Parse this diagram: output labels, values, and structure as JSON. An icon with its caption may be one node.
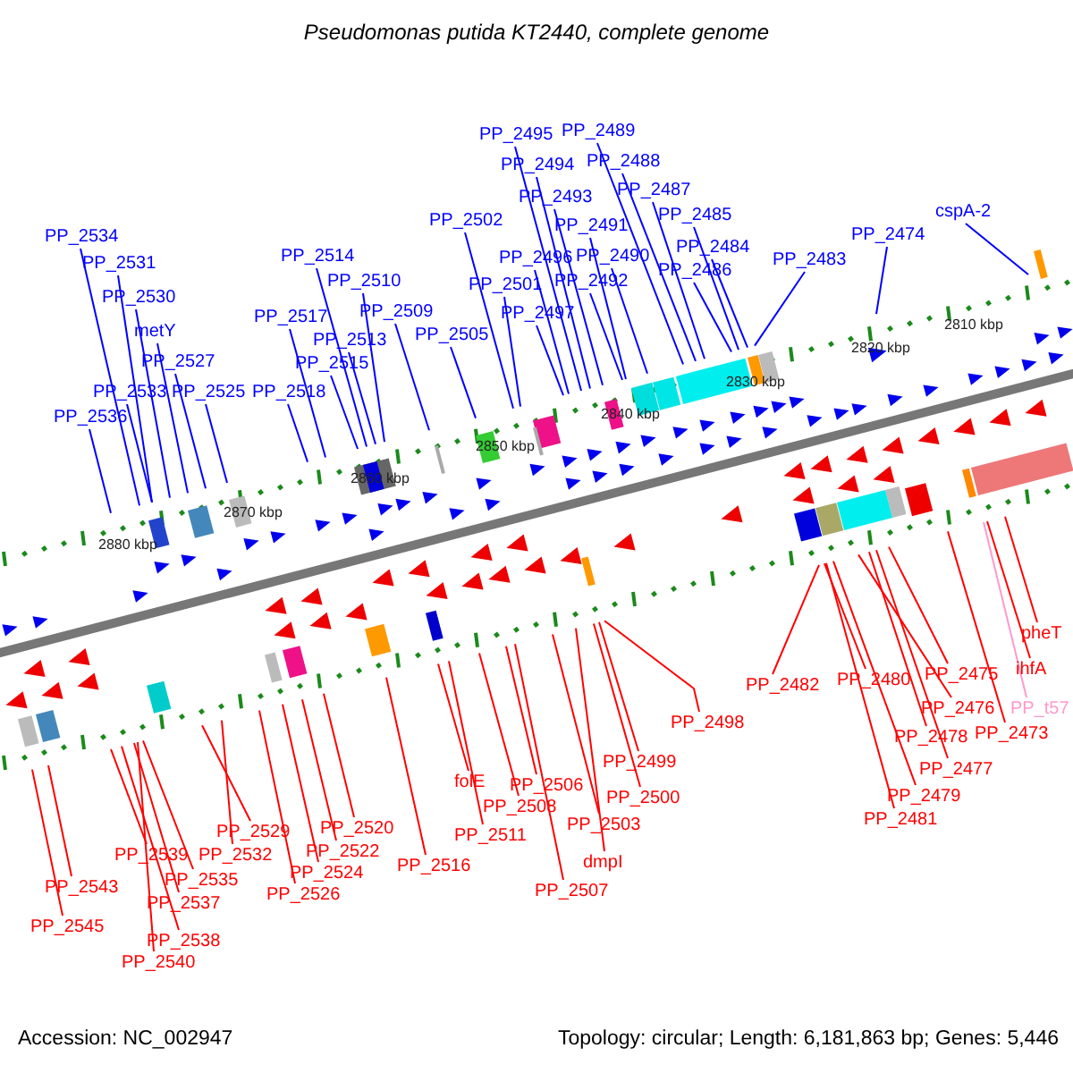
{
  "diagram": {
    "title": "Pseudomonas putida KT2440, complete genome",
    "nodes": [
      {
        "text": [
          "PP_2534"
        ]
      },
      {
        "text": [
          "PP_2531"
        ]
      },
      {
        "text": [
          "PP_2530"
        ]
      },
      {
        "text": [
          "metY"
        ]
      },
      {
        "text": [
          "PP_2527"
        ]
      },
      {
        "text": [
          "PP_2533"
        ]
      },
      {
        "text": [
          "PP_2525"
        ]
      },
      {
        "text": [
          "PP_2536"
        ]
      },
      {
        "text": [
          "PP_2514"
        ]
      },
      {
        "text": [
          "PP_2510"
        ]
      },
      {
        "text": [
          "PP_2517"
        ]
      },
      {
        "text": [
          "PP_2509"
        ]
      },
      {
        "text": [
          "PP_2513"
        ]
      },
      {
        "text": [
          "PP_2515"
        ]
      },
      {
        "text": [
          "PP_2518"
        ]
      },
      {
        "text": [
          "PP_2505"
        ]
      },
      {
        "text": [
          "PP_2502"
        ]
      },
      {
        "text": [
          "PP_2501"
        ]
      },
      {
        "text": [
          "PP_2497"
        ]
      },
      {
        "text": [
          "PP_2496"
        ]
      },
      {
        "text": [
          "PP_2492"
        ]
      },
      {
        "text": [
          "PP_2495"
        ]
      },
      {
        "text": [
          "PP_2494"
        ]
      },
      {
        "text": [
          "PP_2493"
        ]
      },
      {
        "text": [
          "PP_2491"
        ]
      },
      {
        "text": [
          "PP_2490"
        ]
      },
      {
        "text": [
          "PP_2489"
        ]
      },
      {
        "text": [
          "PP_2488"
        ]
      },
      {
        "text": [
          "PP_2487"
        ]
      },
      {
        "text": [
          "PP_2485"
        ]
      },
      {
        "text": [
          "PP_2484"
        ]
      },
      {
        "text": [
          "PP_2486"
        ]
      },
      {
        "text": [
          "PP_2483"
        ]
      },
      {
        "text": [
          "PP_2474"
        ]
      },
      {
        "text": [
          "cspA-2"
        ]
      },
      {
        "text": [
          "PP_2543"
        ]
      },
      {
        "text": [
          "PP_2545"
        ]
      },
      {
        "text": [
          "PP_2539"
        ]
      },
      {
        "text": [
          "PP_2535"
        ]
      },
      {
        "text": [
          "PP_2537"
        ]
      },
      {
        "text": [
          "PP_2538"
        ]
      },
      {
        "text": [
          "PP_2540"
        ]
      },
      {
        "text": [
          "PP_2529"
        ]
      },
      {
        "text": [
          "PP_2532"
        ]
      },
      {
        "text": [
          "PP_2520"
        ]
      },
      {
        "text": [
          "PP_2522"
        ]
      },
      {
        "text": [
          "PP_2524"
        ]
      },
      {
        "text": [
          "PP_2526"
        ]
      },
      {
        "text": [
          "PP_2516"
        ]
      },
      {
        "text": [
          "folE"
        ]
      },
      {
        "text": [
          "PP_2511"
        ]
      },
      {
        "text": [
          "PP_2506"
        ]
      },
      {
        "text": [
          "PP_2508"
        ]
      },
      {
        "text": [
          "PP_2507"
        ]
      },
      {
        "text": [
          "PP_2503"
        ]
      },
      {
        "text": [
          "PP_2499"
        ]
      },
      {
        "text": [
          "PP_2500"
        ]
      },
      {
        "text": [
          "dmpI"
        ]
      },
      {
        "text": [
          "PP_2498"
        ]
      },
      {
        "text": [
          "PP_2482"
        ]
      },
      {
        "text": [
          "PP_2480"
        ]
      },
      {
        "text": [
          "PP_2479"
        ]
      },
      {
        "text": [
          "PP_2481"
        ]
      },
      {
        "text": [
          "PP_2475"
        ]
      },
      {
        "text": [
          "PP_2476"
        ]
      },
      {
        "text": [
          "PP_2478"
        ]
      },
      {
        "text": [
          "PP_2477"
        ]
      },
      {
        "text": [
          "PP_2473"
        ]
      },
      {
        "text": [
          "pheT"
        ]
      },
      {
        "text": [
          "ihfA"
        ]
      },
      {
        "text": [
          "PP_t57"
        ]
      }
    ],
    "edges": [
      {
        "from": 0,
        "to": null,
        "arrow": "none",
        "color": "#0000ff"
      },
      {
        "from": 1,
        "to": null,
        "arrow": "none",
        "color": "#0000ff"
      },
      {
        "from": 2,
        "to": null,
        "arrow": "none",
        "color": "#0000ff"
      },
      {
        "from": 3,
        "to": null,
        "arrow": "none",
        "color": "#0000ff"
      },
      {
        "from": 4,
        "to": null,
        "arrow": "none",
        "color": "#0000ff"
      },
      {
        "from": 5,
        "to": null,
        "arrow": "none",
        "color": "#0000ff"
      },
      {
        "from": 6,
        "to": null,
        "arrow": "none",
        "color": "#0000ff"
      },
      {
        "from": 7,
        "to": null,
        "arrow": "none",
        "color": "#0000ff"
      },
      {
        "from": 8,
        "to": null,
        "arrow": "none",
        "color": "#0000ff"
      },
      {
        "from": 9,
        "to": null,
        "arrow": "none",
        "color": "#0000ff"
      },
      {
        "from": 10,
        "to": null,
        "arrow": "none",
        "color": "#0000ff"
      },
      {
        "from": 11,
        "to": null,
        "arrow": "none",
        "color": "#0000ff"
      },
      {
        "from": 12,
        "to": null,
        "arrow": "none",
        "color": "#0000ff"
      },
      {
        "from": 13,
        "to": null,
        "arrow": "none",
        "color": "#0000ff"
      },
      {
        "from": 14,
        "to": null,
        "arrow": "none",
        "color": "#0000ff"
      },
      {
        "from": 15,
        "to": null,
        "arrow": "none",
        "color": "#0000ff"
      },
      {
        "from": 16,
        "to": null,
        "arrow": "none",
        "color": "#0000ff"
      },
      {
        "from": 17,
        "to": null,
        "arrow": "none",
        "color": "#0000ff"
      },
      {
        "from": 18,
        "to": null,
        "arrow": "none",
        "color": "#0000ff"
      },
      {
        "from": 19,
        "to": null,
        "arrow": "none",
        "color": "#0000ff"
      },
      {
        "from": 20,
        "to": null,
        "arrow": "none",
        "color": "#0000ff"
      },
      {
        "from": 21,
        "to": null,
        "arrow": "none",
        "color": "#0000ff"
      },
      {
        "from": 22,
        "to": null,
        "arrow": "none",
        "color": "#0000ff"
      },
      {
        "from": 23,
        "to": null,
        "arrow": "none",
        "color": "#0000ff"
      },
      {
        "from": 24,
        "to": null,
        "arrow": "none",
        "color": "#0000ff"
      },
      {
        "from": 25,
        "to": null,
        "arrow": "none",
        "color": "#0000ff"
      },
      {
        "from": 26,
        "to": null,
        "arrow": "none",
        "color": "#0000ff"
      },
      {
        "from": 27,
        "to": null,
        "arrow": "none",
        "color": "#0000ff"
      },
      {
        "from": 28,
        "to": null,
        "arrow": "none",
        "color": "#0000ff"
      },
      {
        "from": 29,
        "to": null,
        "arrow": "none",
        "color": "#0000ff"
      },
      {
        "from": 30,
        "to": null,
        "arrow": "none",
        "color": "#0000ff"
      },
      {
        "from": 31,
        "to": null,
        "arrow": "none",
        "color": "#0000ff"
      },
      {
        "from": 32,
        "to": null,
        "arrow": "none",
        "color": "#0000ff"
      },
      {
        "from": 33,
        "to": null,
        "arrow": "none",
        "color": "#0000ff"
      },
      {
        "from": 34,
        "to": null,
        "arrow": "none",
        "color": "#0000ff"
      },
      {
        "from": 35,
        "to": null,
        "arrow": "none",
        "color": "#ff0000"
      },
      {
        "from": 36,
        "to": null,
        "arrow": "none",
        "color": "#ff0000"
      },
      {
        "from": 37,
        "to": null,
        "arrow": "none",
        "color": "#ff0000"
      },
      {
        "from": 38,
        "to": null,
        "arrow": "none",
        "color": "#ff0000"
      },
      {
        "from": 39,
        "to": null,
        "arrow": "none",
        "color": "#ff0000"
      },
      {
        "from": 40,
        "to": null,
        "arrow": "none",
        "color": "#ff0000"
      },
      {
        "from": 41,
        "to": null,
        "arrow": "none",
        "color": "#ff0000"
      },
      {
        "from": 42,
        "to": null,
        "arrow": "none",
        "color": "#ff0000"
      },
      {
        "from": 43,
        "to": null,
        "arrow": "none",
        "color": "#ff0000"
      },
      {
        "from": 44,
        "to": null,
        "arrow": "none",
        "color": "#ff0000"
      },
      {
        "from": 45,
        "to": null,
        "arrow": "none",
        "color": "#ff0000"
      },
      {
        "from": 46,
        "to": null,
        "arrow": "none",
        "color": "#ff0000"
      },
      {
        "from": 47,
        "to": null,
        "arrow": "none",
        "color": "#ff0000"
      },
      {
        "from": 48,
        "to": null,
        "arrow": "none",
        "color": "#ff0000"
      },
      {
        "from": 49,
        "to": null,
        "arrow": "none",
        "color": "#ff0000"
      },
      {
        "from": 50,
        "to": null,
        "arrow": "none",
        "color": "#ff0000"
      },
      {
        "from": 51,
        "to": null,
        "arrow": "none",
        "color": "#ff0000"
      },
      {
        "from": 52,
        "to": null,
        "arrow": "none",
        "color": "#ff0000"
      },
      {
        "from": 53,
        "to": null,
        "arrow": "none",
        "color": "#ff0000"
      },
      {
        "from": 54,
        "to": null,
        "arrow": "none",
        "color": "#ff0000"
      },
      {
        "from": 55,
        "to": null,
        "arrow": "none",
        "color": "#ff0000"
      },
      {
        "from": 56,
        "to": null,
        "arrow": "none",
        "color": "#ff0000"
      },
      {
        "from": 57,
        "to": null,
        "arrow": "none",
        "color": "#ff0000"
      },
      {
        "from": 58,
        "to": null,
        "arrow": "none",
        "color": "#ff0000"
      },
      {
        "from": 59,
        "to": null,
        "arrow": "none",
        "color": "#ff0000"
      },
      {
        "from": 60,
        "to": null,
        "arrow": "none",
        "color": "#ff0000"
      },
      {
        "from": 61,
        "to": null,
        "arrow": "none",
        "color": "#ff0000"
      },
      {
        "from": 62,
        "to": null,
        "arrow": "none",
        "color": "#ff0000"
      },
      {
        "from": 63,
        "to": null,
        "arrow": "none",
        "color": "#ff0000"
      },
      {
        "from": 64,
        "to": null,
        "arrow": "none",
        "color": "#ff0000"
      },
      {
        "from": 65,
        "to": null,
        "arrow": "none",
        "color": "#ff0000"
      },
      {
        "from": 66,
        "to": null,
        "arrow": "none",
        "color": "#ff0000"
      },
      {
        "from": 67,
        "to": null,
        "arrow": "none",
        "color": "#ff0000"
      },
      {
        "from": 68,
        "to": null,
        "arrow": "none",
        "color": "#ff0000"
      },
      {
        "from": 69,
        "to": null,
        "arrow": "none",
        "color": "#ff0000"
      },
      {
        "from": 70,
        "to": null,
        "arrow": "none",
        "color": "#ff99cc"
      }
    ],
    "labels": [
      "2810 kbp",
      "2820 kbp",
      "2830 kbp",
      "2840 kbp",
      "2850 kbp",
      "2860 kbp",
      "2870 kbp",
      "2880 kbp",
      "Accession: NC_002947",
      "Topology: circular; Length: 6,181,863 bp; Genes: 5,446"
    ]
  }
}
